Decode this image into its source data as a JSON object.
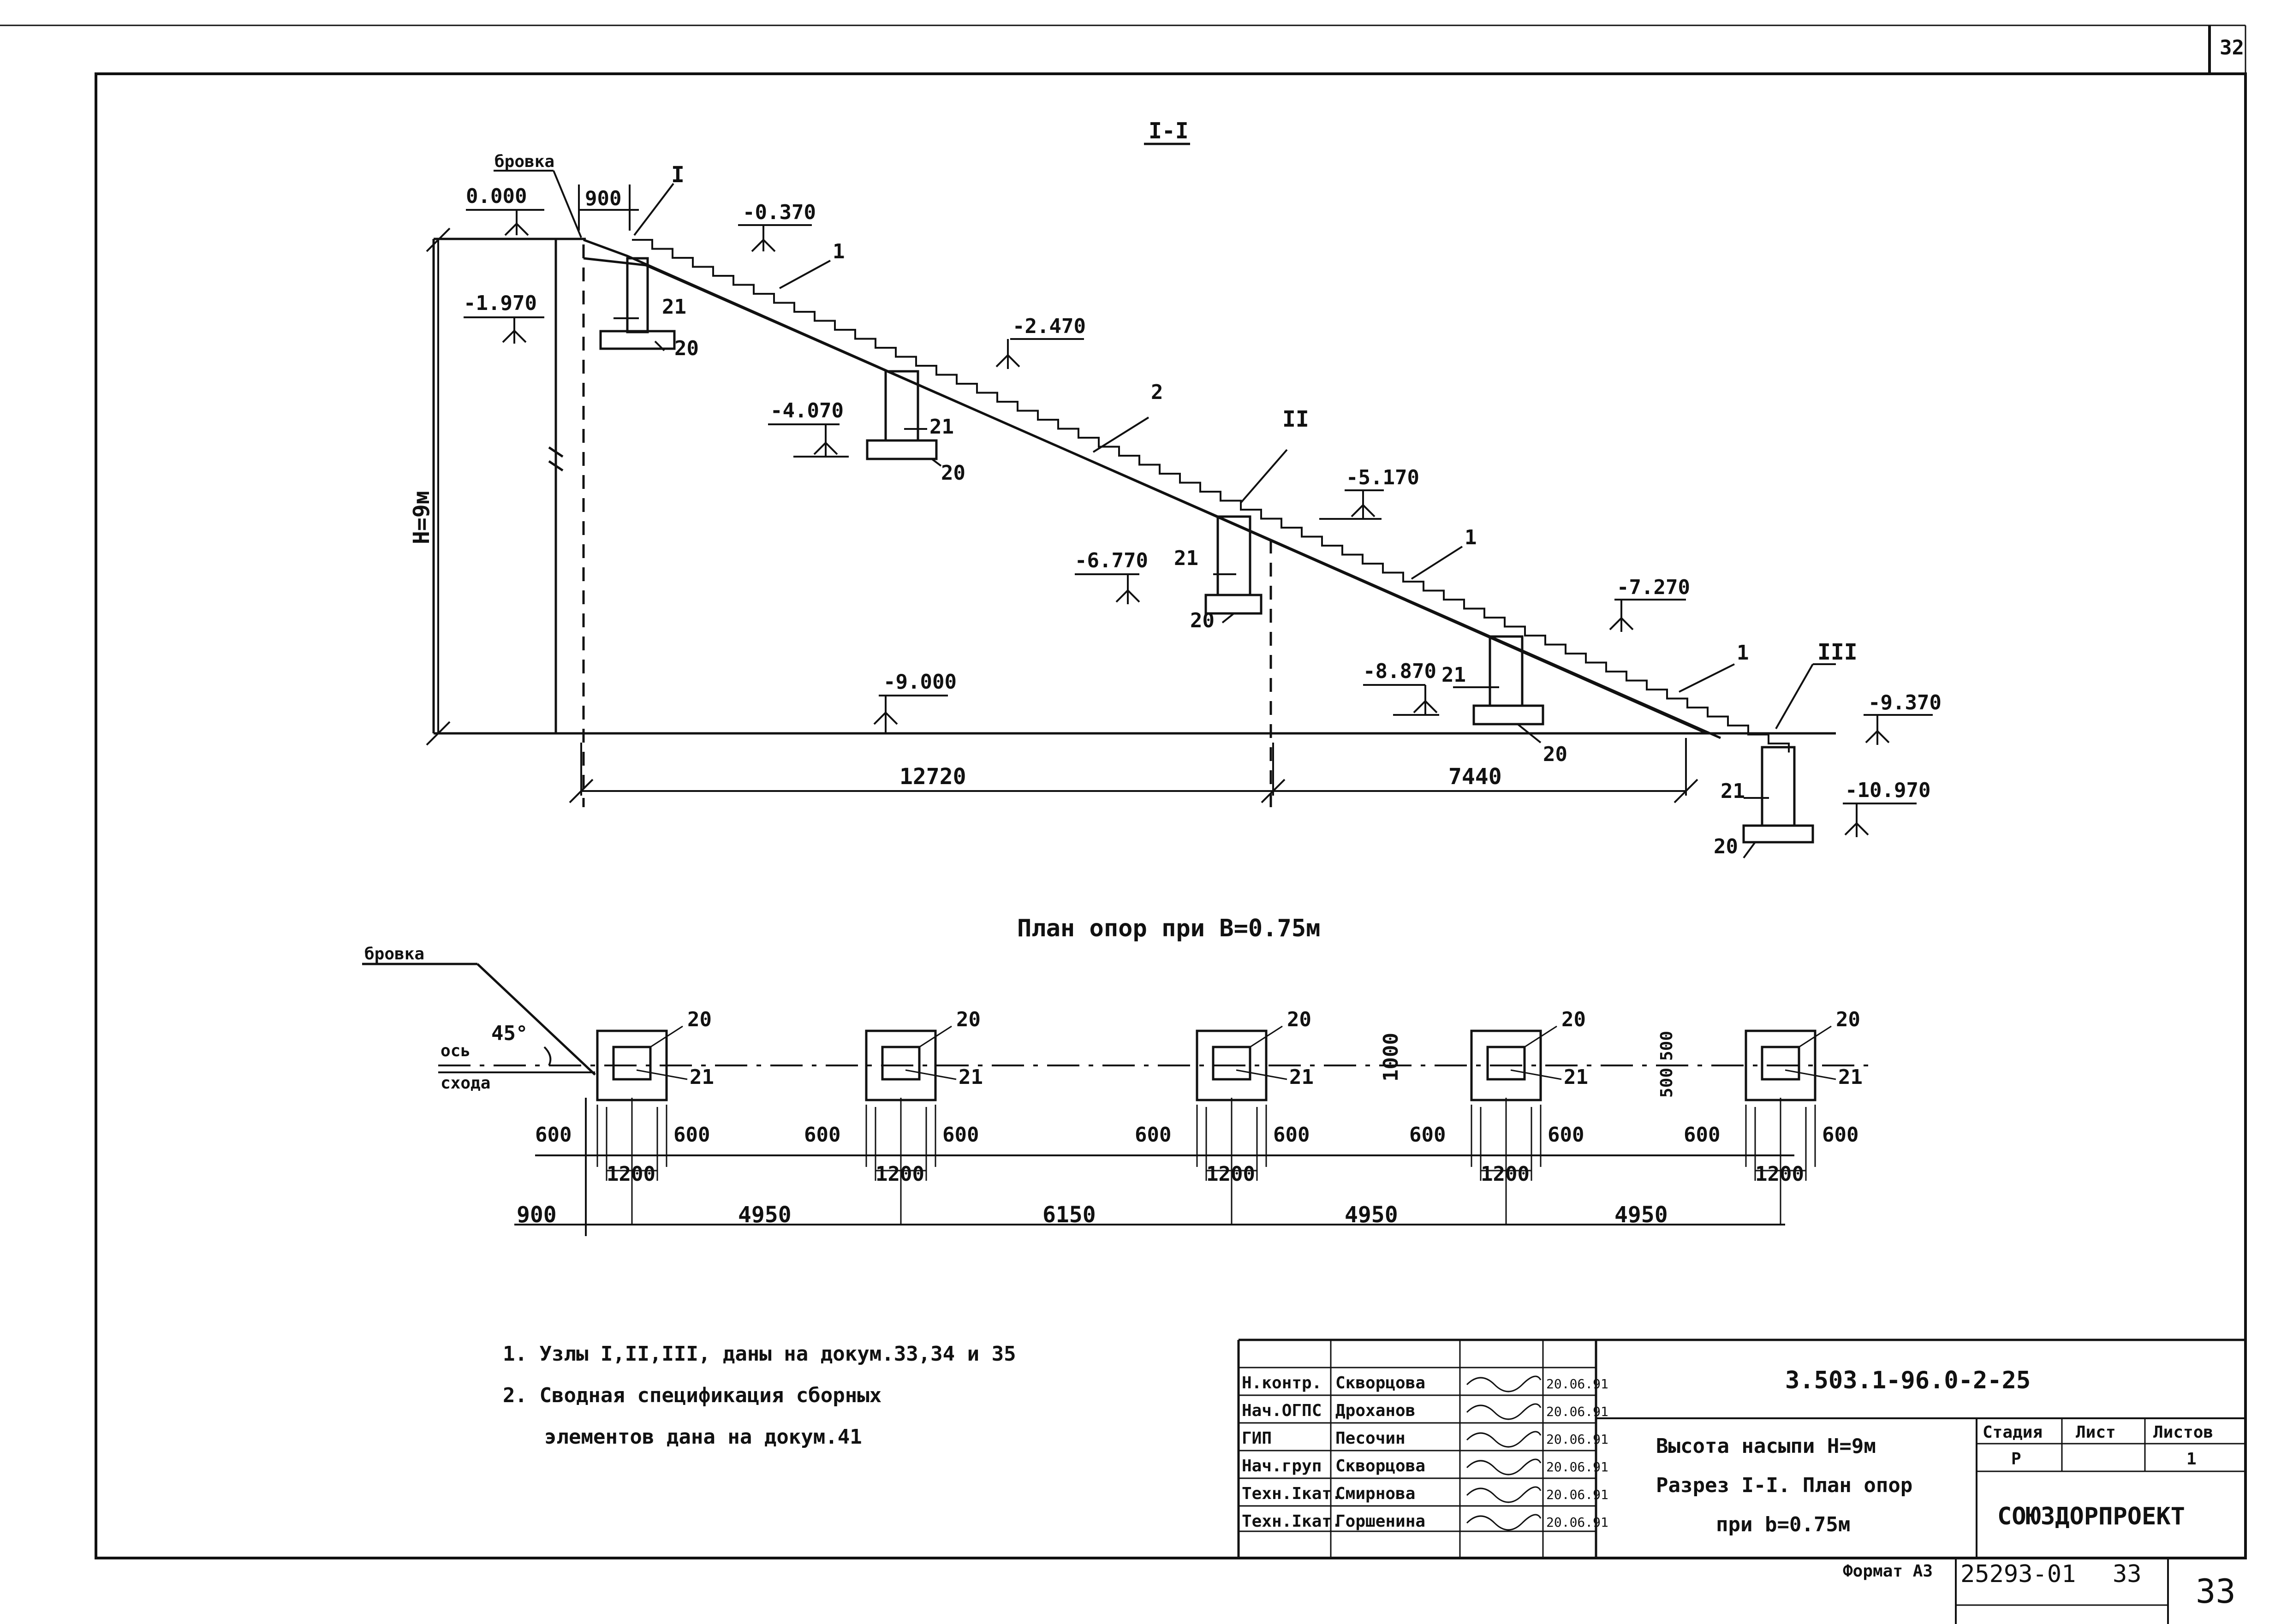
{
  "sheet": {
    "top_number": "32",
    "bottom_number": "33",
    "format_label": "Формат А3",
    "inventory_no": "25293-01",
    "inventory_page": "33"
  },
  "section": {
    "title": "I-I",
    "edge_label": "бровка",
    "height_label": "H=9м",
    "dim_900": "900",
    "dim_12720": "12720",
    "dim_7440": "7440",
    "levels": [
      "0.000",
      "-0.370",
      "-1.970",
      "-2.470",
      "-4.070",
      "-5.170",
      "-6.770",
      "-7.270",
      "-8.870",
      "-9.000",
      "-9.370",
      "-10.970"
    ],
    "callouts": {
      "c1": "I",
      "c2": "II",
      "c3": "III",
      "flight1": "1",
      "flight2": "2",
      "flight3": "1",
      "flight4": "1",
      "el20": "20",
      "el21": "21"
    }
  },
  "plan": {
    "title": "План опор при В=0.75м",
    "edge_label": "бровка",
    "axis_label_1": "ось",
    "axis_label_2": "схода",
    "angle": "45°",
    "pad_labels": {
      "a": "20",
      "b": "21"
    },
    "side_dim": "600",
    "width_dim": "1200",
    "height_dim": "1000",
    "half_dim": "500",
    "spacing": [
      "900",
      "4950",
      "6150",
      "4950",
      "4950"
    ]
  },
  "notes": {
    "n1": "1. Узлы I,II,III, даны на докум.33,34 и 35",
    "n2a": "2. Сводная спецификация сборных",
    "n2b": "элементов дана на докум.41"
  },
  "title_block": {
    "code": "3.503.1-96.0-2-25",
    "desc1": "Высота насыпи H=9м",
    "desc2": "Разрез I-I. План опор",
    "desc3": "при b=0.75м",
    "stage_h": "Стадия",
    "sheet_h": "Лист",
    "sheets_h": "Листов",
    "stage_v": "Р",
    "sheets_v": "1",
    "org": "СОЮЗДОРПРОЕКТ",
    "rows": [
      {
        "role": "Н.контр.",
        "name": "Скворцова",
        "date": "20.06.91"
      },
      {
        "role": "Нач.ОГПС",
        "name": "Дроханов",
        "date": "20.06.91"
      },
      {
        "role": "ГИП",
        "name": "Песочин",
        "date": "20.06.91"
      },
      {
        "role": "Нач.груп",
        "name": "Скворцова",
        "date": "20.06.91"
      },
      {
        "role": "Техн.Iкат.",
        "name": "Смирнова",
        "date": "20.06.91"
      },
      {
        "role": "Техн.Iкат.",
        "name": "Горшенина",
        "date": "20.06.91"
      }
    ]
  }
}
